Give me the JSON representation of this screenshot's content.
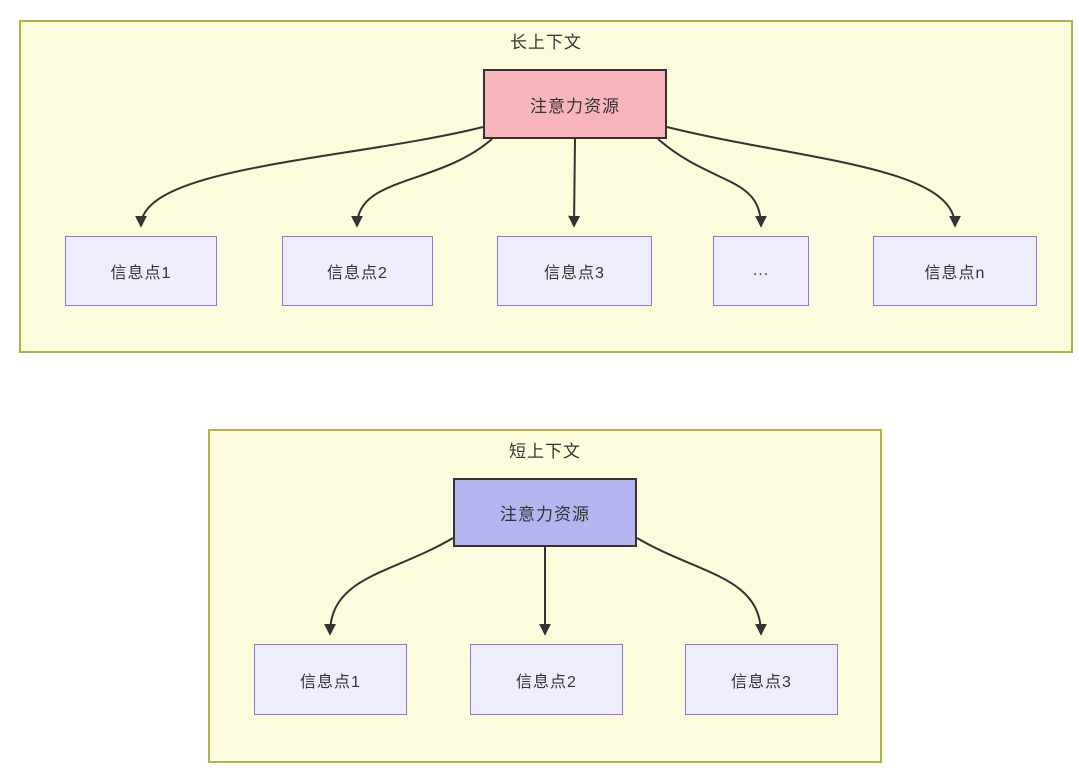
{
  "diagram": {
    "long_context": {
      "title": "长上下文",
      "attention_label": "注意力资源",
      "attention_color": "#f8b6bc",
      "items": [
        {
          "label": "信息点1"
        },
        {
          "label": "信息点2"
        },
        {
          "label": "信息点3"
        },
        {
          "label": "..."
        },
        {
          "label": "信息点n"
        }
      ]
    },
    "short_context": {
      "title": "短上下文",
      "attention_label": "注意力资源",
      "attention_color": "#b2b5ee",
      "items": [
        {
          "label": "信息点1"
        },
        {
          "label": "信息点2"
        },
        {
          "label": "信息点3"
        }
      ]
    },
    "colors": {
      "container_background": "#fcfcdd",
      "container_border": "#b2b244",
      "info_box_background": "#ededfb",
      "info_box_border": "#9673d6",
      "attention_border": "#333333",
      "edge": "#333333",
      "text": "#333333"
    }
  }
}
